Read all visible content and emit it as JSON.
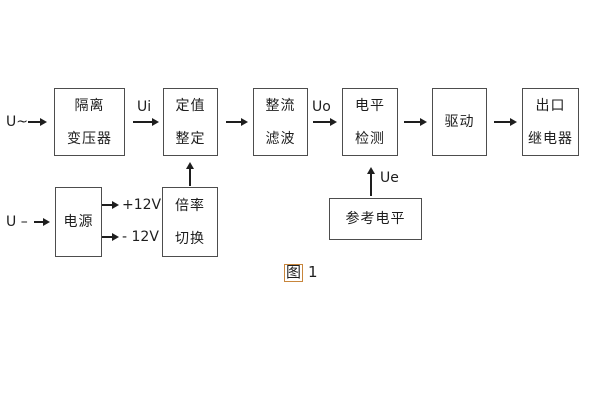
{
  "diagram": {
    "caption": {
      "figure_char": "图",
      "figure_num": "1"
    },
    "labels": {
      "u_ac": "U~",
      "u_dc": "U –",
      "ui": "Ui",
      "uo": "Uo",
      "ue": "Ue",
      "plus_12v": "+12V",
      "minus_12v": "- 12V"
    },
    "blocks": {
      "isolation_transformer": {
        "line1": "隔离",
        "line2": "变压器"
      },
      "setting_adjust": {
        "line1": "定值",
        "line2": "整定"
      },
      "rectifier_filter": {
        "line1": "整流",
        "line2": "滤波"
      },
      "level_detect": {
        "line1": "电平",
        "line2": "检测"
      },
      "driver": {
        "line1": "驱动"
      },
      "output_relay": {
        "line1": "出口",
        "line2": "继电器"
      },
      "power_supply": {
        "line1": "电源"
      },
      "ratio_switch": {
        "line1": "倍率",
        "line2": "切换"
      },
      "reference_level": {
        "line1": "参考电平"
      }
    },
    "colors": {
      "box_border": "#4d4d4d",
      "line": "#1e1e1e",
      "figure_highlight": "#c8863c"
    }
  }
}
